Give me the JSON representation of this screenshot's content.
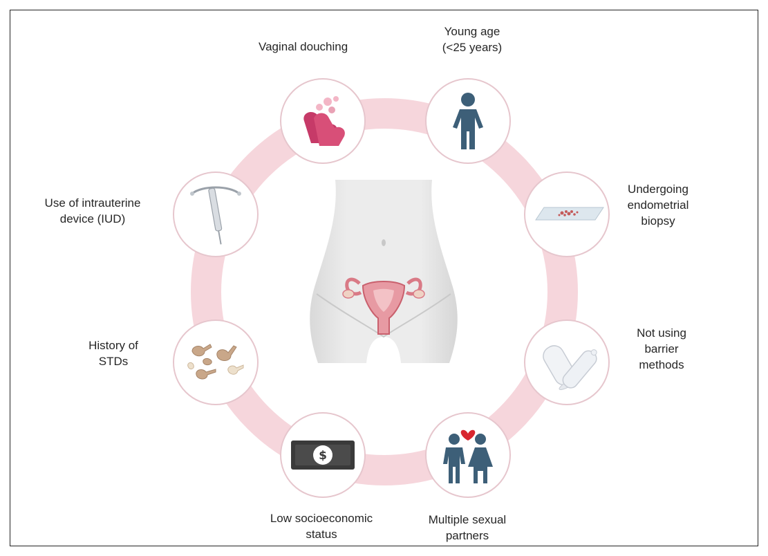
{
  "diagram": {
    "ring_color": "#f6d6dc",
    "node_border_color": "#e6c6cd",
    "center_icon": "female-torso-uterus-icon",
    "factors": [
      {
        "id": "douching",
        "icon": "hand-washing-icon",
        "lines": [
          "Vaginal douching"
        ]
      },
      {
        "id": "young-age",
        "icon": "child-figure-icon",
        "lines": [
          "Young age",
          "(<25 years)"
        ]
      },
      {
        "id": "biopsy",
        "icon": "biopsy-slide-icon",
        "lines": [
          "Undergoing",
          "endometrial",
          "biopsy"
        ]
      },
      {
        "id": "barrier",
        "icon": "condom-icon",
        "lines": [
          "Not using",
          "barrier",
          "methods"
        ]
      },
      {
        "id": "partners",
        "icon": "couple-heart-icon",
        "lines": [
          "Multiple sexual",
          "partners"
        ]
      },
      {
        "id": "socioeconomic",
        "icon": "dollar-bill-icon",
        "lines": [
          "Low socioeconomic",
          "status"
        ]
      },
      {
        "id": "stds",
        "icon": "bacteria-icon",
        "lines": [
          "History of",
          "STDs"
        ]
      },
      {
        "id": "iud",
        "icon": "iud-icon",
        "lines": [
          "Use of intrauterine",
          "device (IUD)"
        ]
      }
    ]
  }
}
